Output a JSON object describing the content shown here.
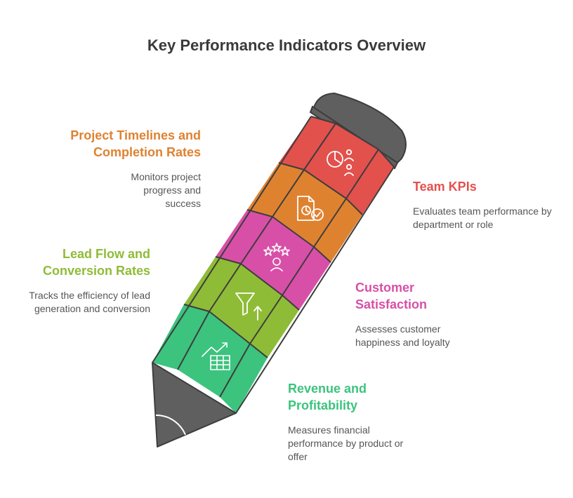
{
  "title": "Key Performance Indicators Overview",
  "colors": {
    "red": "#e3514d",
    "orange": "#df8230",
    "pink": "#d84fa8",
    "lime": "#8fbc37",
    "green": "#3cc37e",
    "dark": "#5f5f5f",
    "outline": "#3d3d3d"
  },
  "segments": [
    {
      "name": "Team KPIs",
      "heading": "Team KPIs",
      "description": "Evaluates team performance by department or role",
      "color": "red",
      "icon": "pie-chart-people-icon"
    },
    {
      "name": "Project Timelines",
      "heading": "Project Timelines and Completion Rates",
      "description": "Monitors project progress and success",
      "color": "orange",
      "icon": "document-clock-check-icon"
    },
    {
      "name": "Customer Satisfaction",
      "heading": "Customer Satisfaction",
      "description": "Assesses customer happiness and loyalty",
      "color": "pink",
      "icon": "stars-rating-icon"
    },
    {
      "name": "Lead Flow",
      "heading": "Lead Flow and Conversion Rates",
      "description": "Tracks the efficiency of lead generation and conversion",
      "color": "lime",
      "icon": "funnel-arrow-icon"
    },
    {
      "name": "Revenue",
      "heading": "Revenue and Profitability",
      "description": "Measures financial performance by product or offer",
      "color": "green",
      "icon": "chart-table-icon"
    }
  ]
}
